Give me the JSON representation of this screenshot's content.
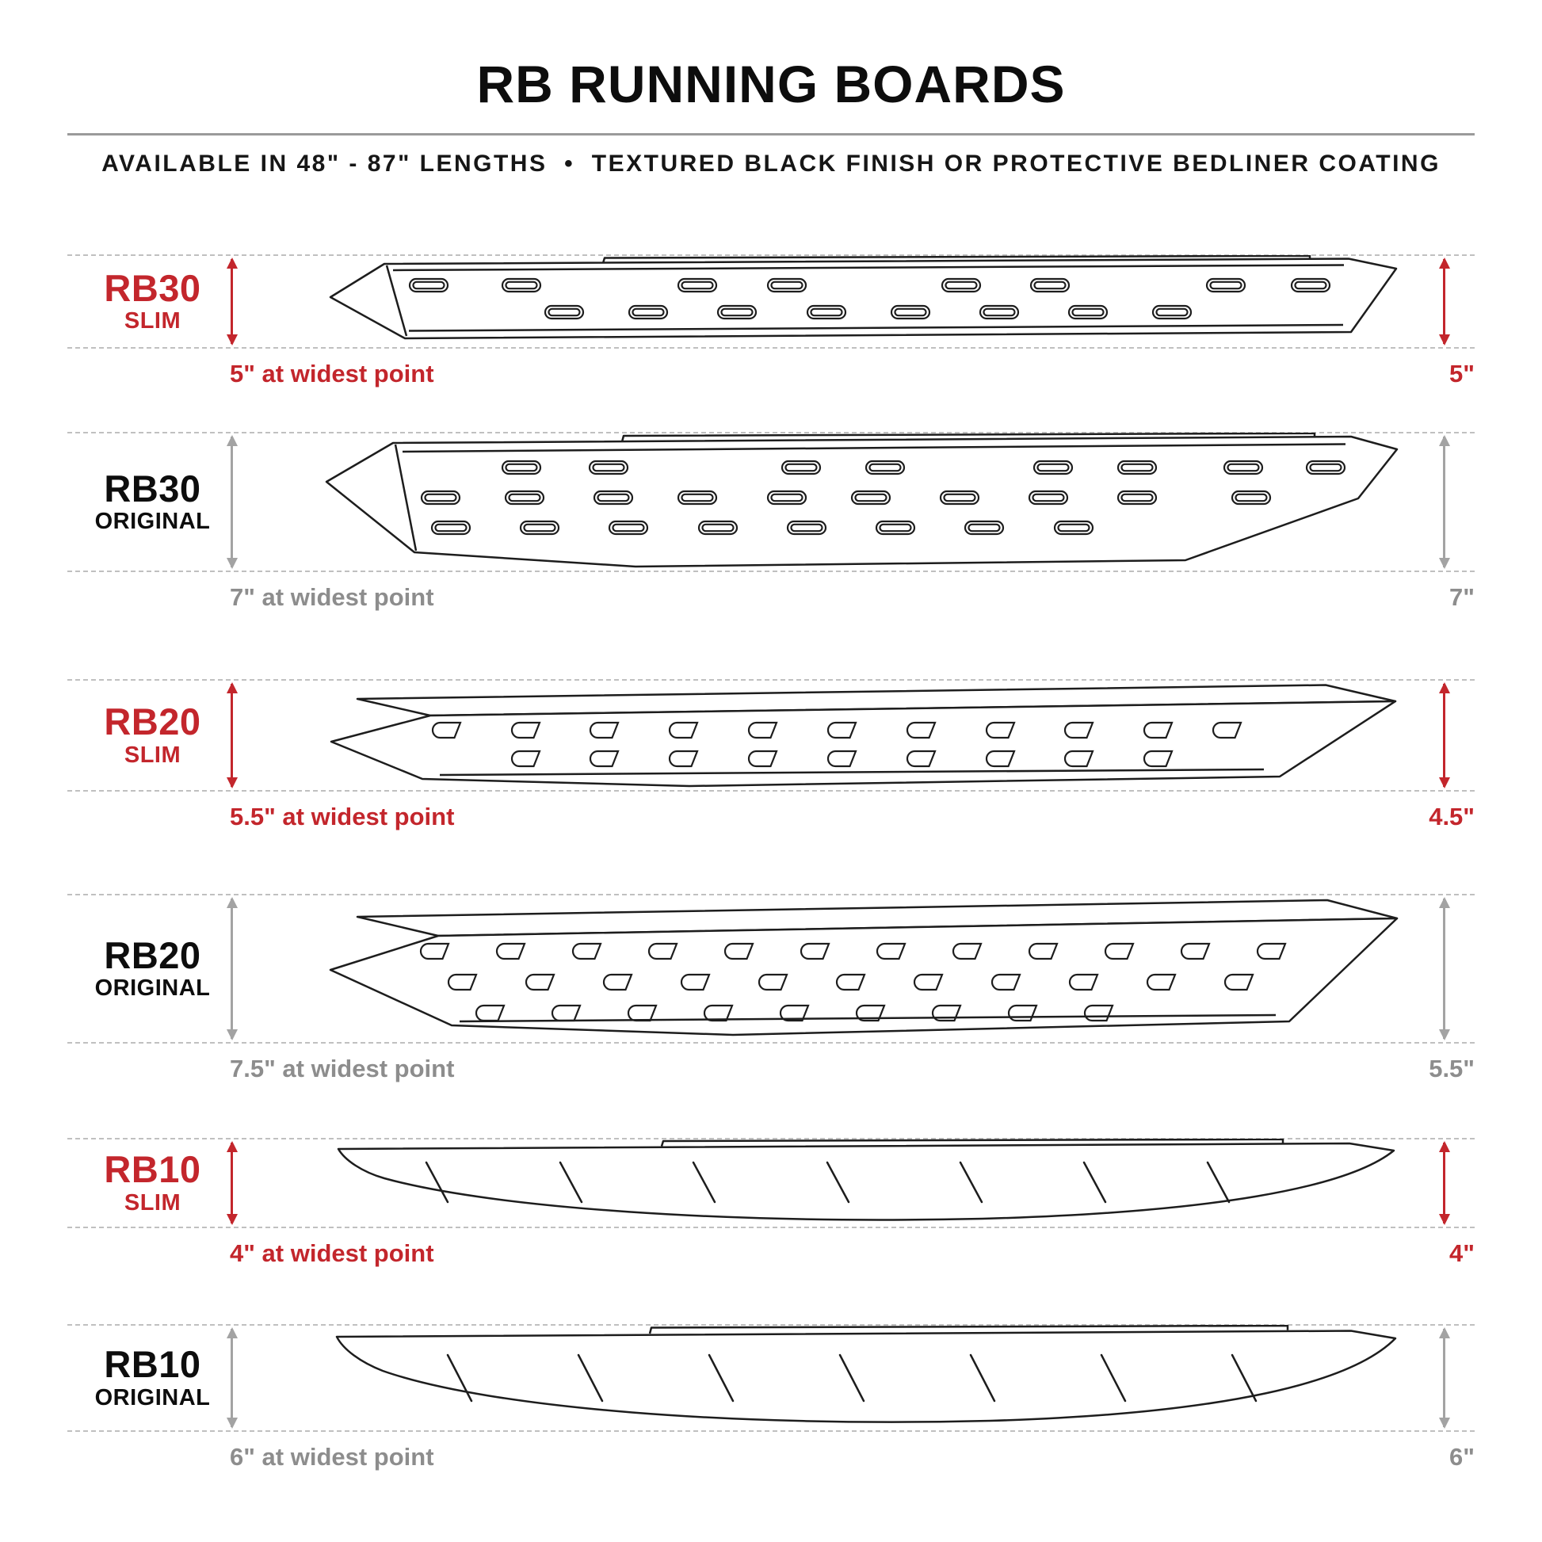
{
  "header": {
    "title": "RB RUNNING BOARDS",
    "subtitle": "AVAILABLE IN 48\" - 87\" LENGTHS  •  TEXTURED BLACK FINISH OR PROTECTIVE BEDLINER COATING"
  },
  "colors": {
    "accent_red": "#c3262c",
    "arrow_gray": "#a3a3a3",
    "text_gray": "#8d8d8d",
    "ink": "#1d1d1d",
    "dash_gray": "#c0c0c0"
  },
  "rows": [
    {
      "model": "RB30",
      "variant": "SLIM",
      "style": "slim",
      "width_label": "5\" at widest point",
      "height_label": "5\""
    },
    {
      "model": "RB30",
      "variant": "ORIGINAL",
      "style": "original",
      "width_label": "7\" at widest point",
      "height_label": "7\""
    },
    {
      "model": "RB20",
      "variant": "SLIM",
      "style": "slim",
      "width_label": "5.5\" at widest point",
      "height_label": "4.5\""
    },
    {
      "model": "RB20",
      "variant": "ORIGINAL",
      "style": "original",
      "width_label": "7.5\" at widest point",
      "height_label": "5.5\""
    },
    {
      "model": "RB10",
      "variant": "SLIM",
      "style": "slim",
      "width_label": "4\" at widest point",
      "height_label": "4\""
    },
    {
      "model": "RB10",
      "variant": "ORIGINAL",
      "style": "original",
      "width_label": "6\" at widest point",
      "height_label": "6\""
    }
  ]
}
